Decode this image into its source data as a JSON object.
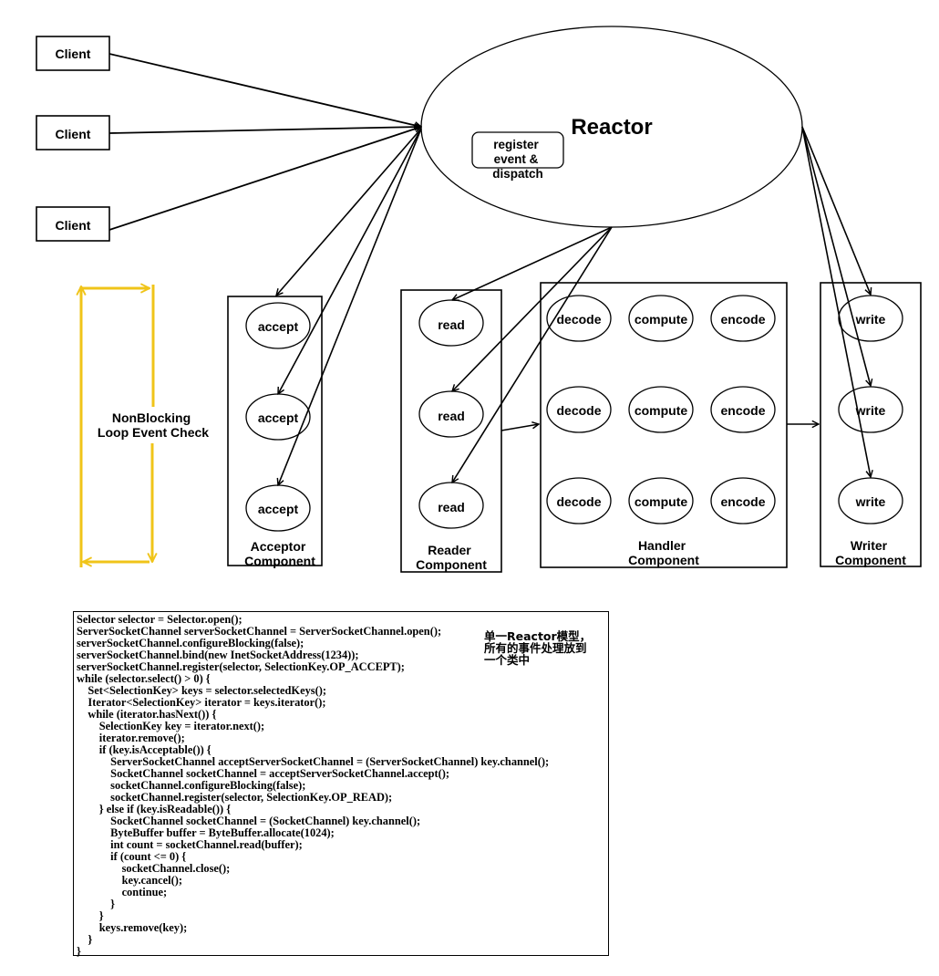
{
  "clients": [
    "Client",
    "Client",
    "Client"
  ],
  "reactor": {
    "title": "Reactor",
    "badge_lines": [
      "register",
      "event &",
      "dispatch"
    ]
  },
  "loop_label": [
    "NonBlocking",
    "Loop Event Check"
  ],
  "acceptor": {
    "items": [
      "accept",
      "accept",
      "accept"
    ],
    "label": [
      "Acceptor",
      "Component"
    ]
  },
  "reader": {
    "items": [
      "read",
      "read",
      "read"
    ],
    "label": [
      "Reader",
      "Component"
    ]
  },
  "handler": {
    "rows": [
      [
        "decode",
        "compute",
        "encode"
      ],
      [
        "decode",
        "compute",
        "encode"
      ],
      [
        "decode",
        "compute",
        "encode"
      ]
    ],
    "label": [
      "Handler",
      "Component"
    ]
  },
  "writer": {
    "items": [
      "write",
      "write",
      "write"
    ],
    "label": [
      "Writer",
      "Component"
    ]
  },
  "code": {
    "lines": [
      "Selector selector = Selector.open();",
      "ServerSocketChannel serverSocketChannel = ServerSocketChannel.open();",
      "serverSocketChannel.configureBlocking(false);",
      "serverSocketChannel.bind(new InetSocketAddress(1234));",
      "serverSocketChannel.register(selector, SelectionKey.OP_ACCEPT);",
      "while (selector.select() > 0) {",
      "    Set<SelectionKey> keys = selector.selectedKeys();",
      "    Iterator<SelectionKey> iterator = keys.iterator();",
      "    while (iterator.hasNext()) {",
      "        SelectionKey key = iterator.next();",
      "        iterator.remove();",
      "        if (key.isAcceptable()) {",
      "            ServerSocketChannel acceptServerSocketChannel = (ServerSocketChannel) key.channel();",
      "            SocketChannel socketChannel = acceptServerSocketChannel.accept();",
      "            socketChannel.configureBlocking(false);",
      "            socketChannel.register(selector, SelectionKey.OP_READ);",
      "        } else if (key.isReadable()) {",
      "            SocketChannel socketChannel = (SocketChannel) key.channel();",
      "            ByteBuffer buffer = ByteBuffer.allocate(1024);",
      "            int count = socketChannel.read(buffer);",
      "            if (count <= 0) {",
      "                socketChannel.close();",
      "                key.cancel();",
      "                continue;",
      "            }",
      "        }",
      "        keys.remove(key);",
      "    }",
      "}"
    ],
    "note_lines": [
      "单一Reactor模型，",
      "所有的事件处理放到",
      "一个类中"
    ]
  },
  "colors": {
    "loop_arrow": "#f0c419",
    "stroke": "#000000"
  }
}
